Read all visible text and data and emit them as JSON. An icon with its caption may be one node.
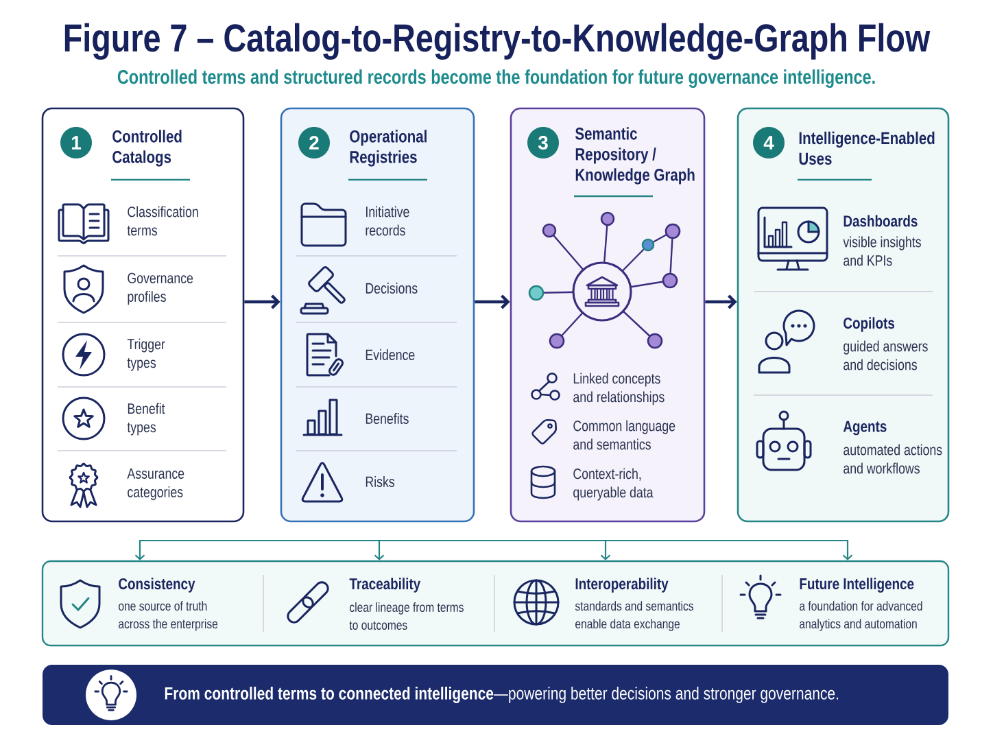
{
  "diagram": {
    "title": "Figure 7 – Catalog-to-Registry-to-Knowledge-Graph Flow",
    "caption": "Controlled terms and structured records become the foundation for future governance intelligence.",
    "nodes": [
      {
        "text": [
          "Controlled Catalogs",
          "Classification terms",
          "Governance profiles",
          "Trigger types",
          "Benefit types",
          "Assurance categories"
        ]
      },
      {
        "text": [
          "1"
        ],
        "in": 0
      },
      {
        "text": [
          "Operational Registries",
          "Initiative records",
          "Decisions",
          "Evidence",
          "Benefits",
          "Risks"
        ]
      },
      {
        "text": [
          "2"
        ],
        "in": 2
      },
      {
        "text": [
          "Semantic Repository / Knowledge Graph",
          "Linked concepts and relationships",
          "Common language and semantics",
          "Context-rich, queryable data"
        ]
      },
      {
        "text": [
          "3"
        ],
        "in": 4
      },
      {
        "text": [
          "Intelligence-Enabled Uses",
          "Dashboards",
          "visible insights and KPIs",
          "Copilots",
          "guided answers and decisions",
          "Agents",
          "automated actions and workflows"
        ]
      },
      {
        "text": [
          "4"
        ],
        "in": 6
      },
      {
        "text": [
          "Consistency",
          "one source of truth across the enterprise",
          "Traceability",
          "clear lineage from terms to outcomes",
          "Interoperability",
          "standards and semantics enable data exchange",
          "Future Intelligence",
          "a foundation for advanced analytics and automation"
        ]
      },
      {
        "text": [
          "**From controlled terms to connected intelligence**—powering better decisions and stronger governance."
        ]
      }
    ],
    "edges": [
      {
        "from": 0,
        "to": 2,
        "arrow": "to",
        "style": "thick",
        "color": "#1a2660"
      },
      {
        "from": 2,
        "to": 4,
        "arrow": "to",
        "style": "thick",
        "color": "#1a2660"
      },
      {
        "from": 4,
        "to": 6,
        "arrow": "to",
        "style": "thick",
        "color": "#1a2660"
      },
      {
        "from": null,
        "to": 8,
        "arrow": "to"
      },
      {
        "from": null,
        "to": 8,
        "arrow": "to"
      },
      {
        "from": null,
        "to": 8,
        "arrow": "to"
      },
      {
        "from": null,
        "to": 8,
        "arrow": "to"
      }
    ]
  }
}
